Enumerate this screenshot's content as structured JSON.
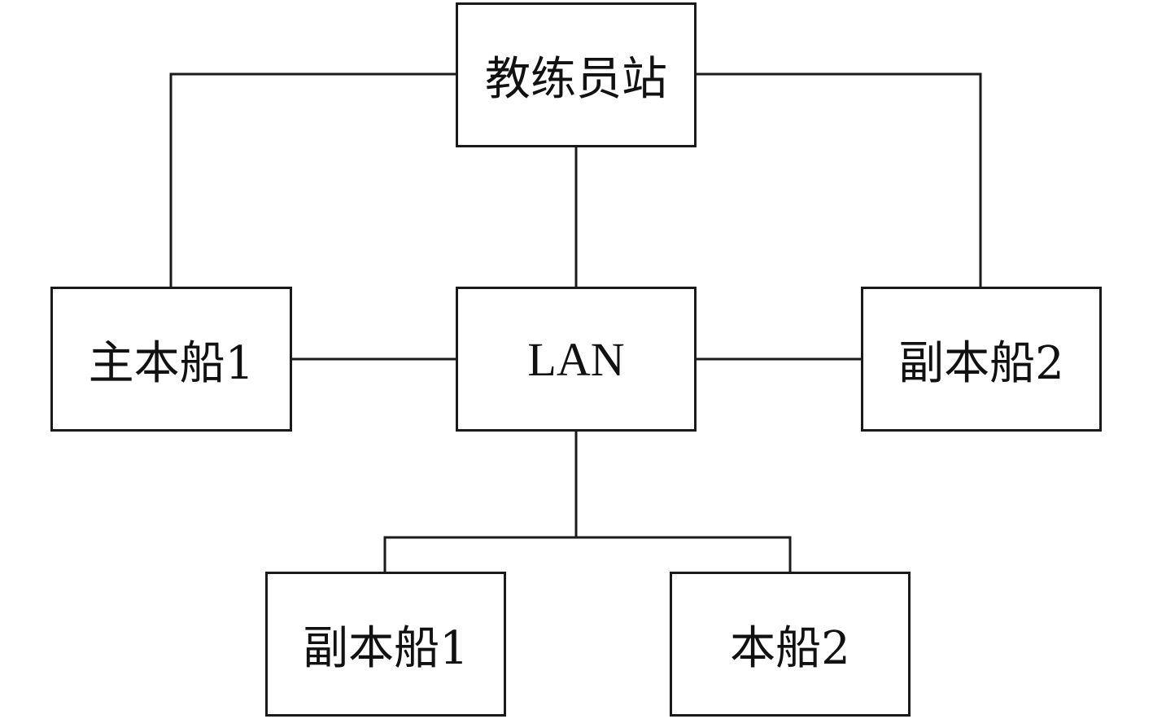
{
  "diagram": {
    "nodes": {
      "coach_station": "教练员站",
      "lan": "LAN",
      "main_ship_1": "主本船1",
      "vice_ship_2": "副本船2",
      "vice_ship_1": "副本船1",
      "own_ship_2": "本船2"
    },
    "edges": [
      [
        "coach_station",
        "main_ship_1"
      ],
      [
        "coach_station",
        "lan"
      ],
      [
        "coach_station",
        "vice_ship_2"
      ],
      [
        "main_ship_1",
        "lan"
      ],
      [
        "lan",
        "vice_ship_2"
      ],
      [
        "lan",
        "vice_ship_1"
      ],
      [
        "lan",
        "own_ship_2"
      ]
    ],
    "colors": {
      "line": "#1a1a1a",
      "background": "#ffffff"
    }
  }
}
